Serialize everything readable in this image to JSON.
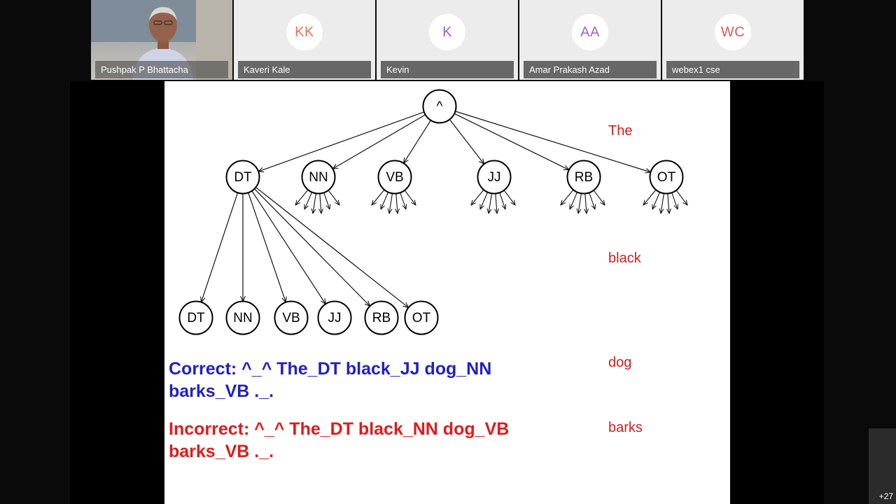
{
  "participants": [
    {
      "name": "Pushpak P Bhattacha",
      "type": "video"
    },
    {
      "name": "Kaveri Kale",
      "initials": "KK",
      "color": "#e8735a"
    },
    {
      "name": "Kevin",
      "initials": "K",
      "color": "#9b63c4"
    },
    {
      "name": "Amar Prakash Azad",
      "initials": "AA",
      "color": "#a567c9"
    },
    {
      "name": "webex1 cse",
      "initials": "WC",
      "color": "#e2574c"
    }
  ],
  "more_participants": "+27",
  "slide": {
    "root": "^",
    "level1": [
      "DT",
      "NN",
      "VB",
      "JJ",
      "RB",
      "OT"
    ],
    "level2": [
      "DT",
      "NN",
      "VB",
      "JJ",
      "RB",
      "OT"
    ],
    "words": [
      "The",
      "black",
      "dog",
      "barks"
    ],
    "correct_line1": "Correct: ^_^ The_DT black_JJ dog_NN",
    "correct_line2": "barks_VB ._.",
    "incorrect_line1": "Incorrect: ^_^ The_DT black_NN dog_VB",
    "incorrect_line2": "barks_VB ._.",
    "correct_color": "#1f22c4",
    "incorrect_color": "#e21a1a",
    "word_color": "#d61c1c"
  }
}
